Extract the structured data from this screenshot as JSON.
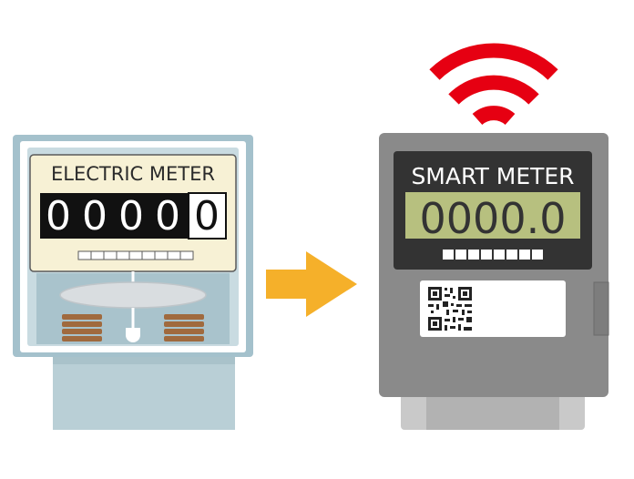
{
  "electric_meter": {
    "label": "ELECTRIC METER",
    "digits": [
      "0",
      "0",
      "0",
      "0",
      "0"
    ]
  },
  "smart_meter": {
    "label": "SMART METER",
    "reading": "0000.0"
  },
  "icons": {
    "signal": "wifi-signal-icon",
    "arrow": "arrow-right-icon",
    "qr": "qr-code-icon"
  },
  "colors": {
    "signal_red": "#e60012",
    "arrow_orange": "#f5b02a",
    "lcd_green": "#b7c07f",
    "meter_gray": "#8a8a8a",
    "dark_panel": "#333333",
    "old_meter_blue": "#9fbcc7",
    "face_cream": "#f7f1d5",
    "coil_brown": "#a06a3e"
  }
}
